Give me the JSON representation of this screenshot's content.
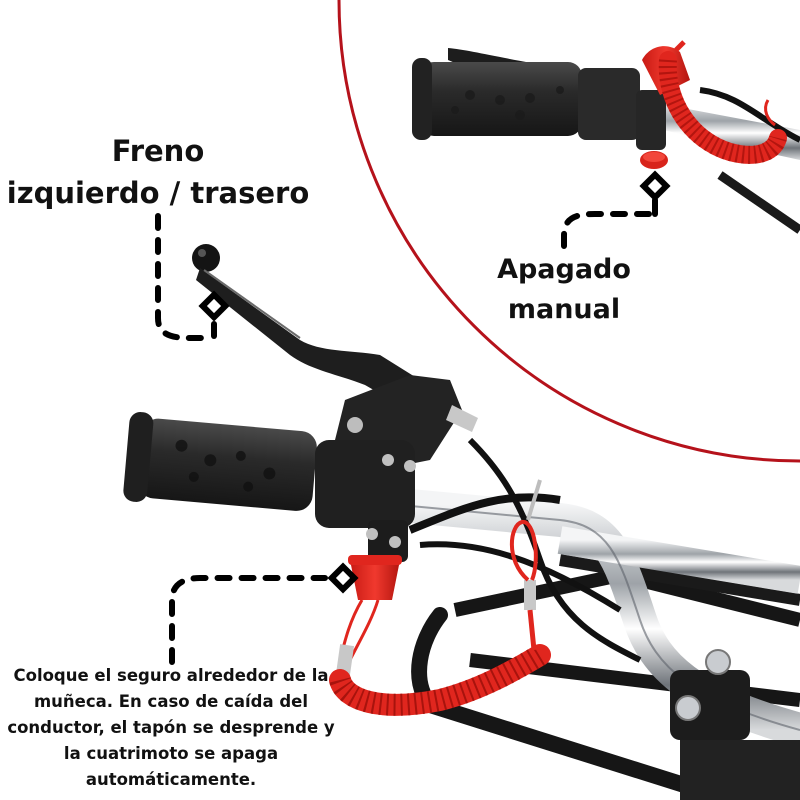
{
  "callouts": {
    "rear_brake": {
      "line1": "Freno",
      "line2": "izquierdo / trasero"
    },
    "manual_shutoff": {
      "line1": "Apagado",
      "line2": "manual"
    },
    "safety_lanyard": {
      "text": "Coloque el seguro alrededor de la muñeca. En caso de caída del conductor, el tapón se desprende y la cuatrimoto se apaga automáticamente."
    }
  },
  "icons": {
    "callout_marker": "diamond-pin",
    "inset_frame": "circle-outline"
  },
  "colors": {
    "background": "#ffffff",
    "inset_ring": "#b5121b",
    "text": "#111111",
    "grip": "#2b2b2b",
    "kill_switch_red": "#e0261e",
    "chrome": "#c9ccd0",
    "frame_black": "#1a1a1a"
  }
}
